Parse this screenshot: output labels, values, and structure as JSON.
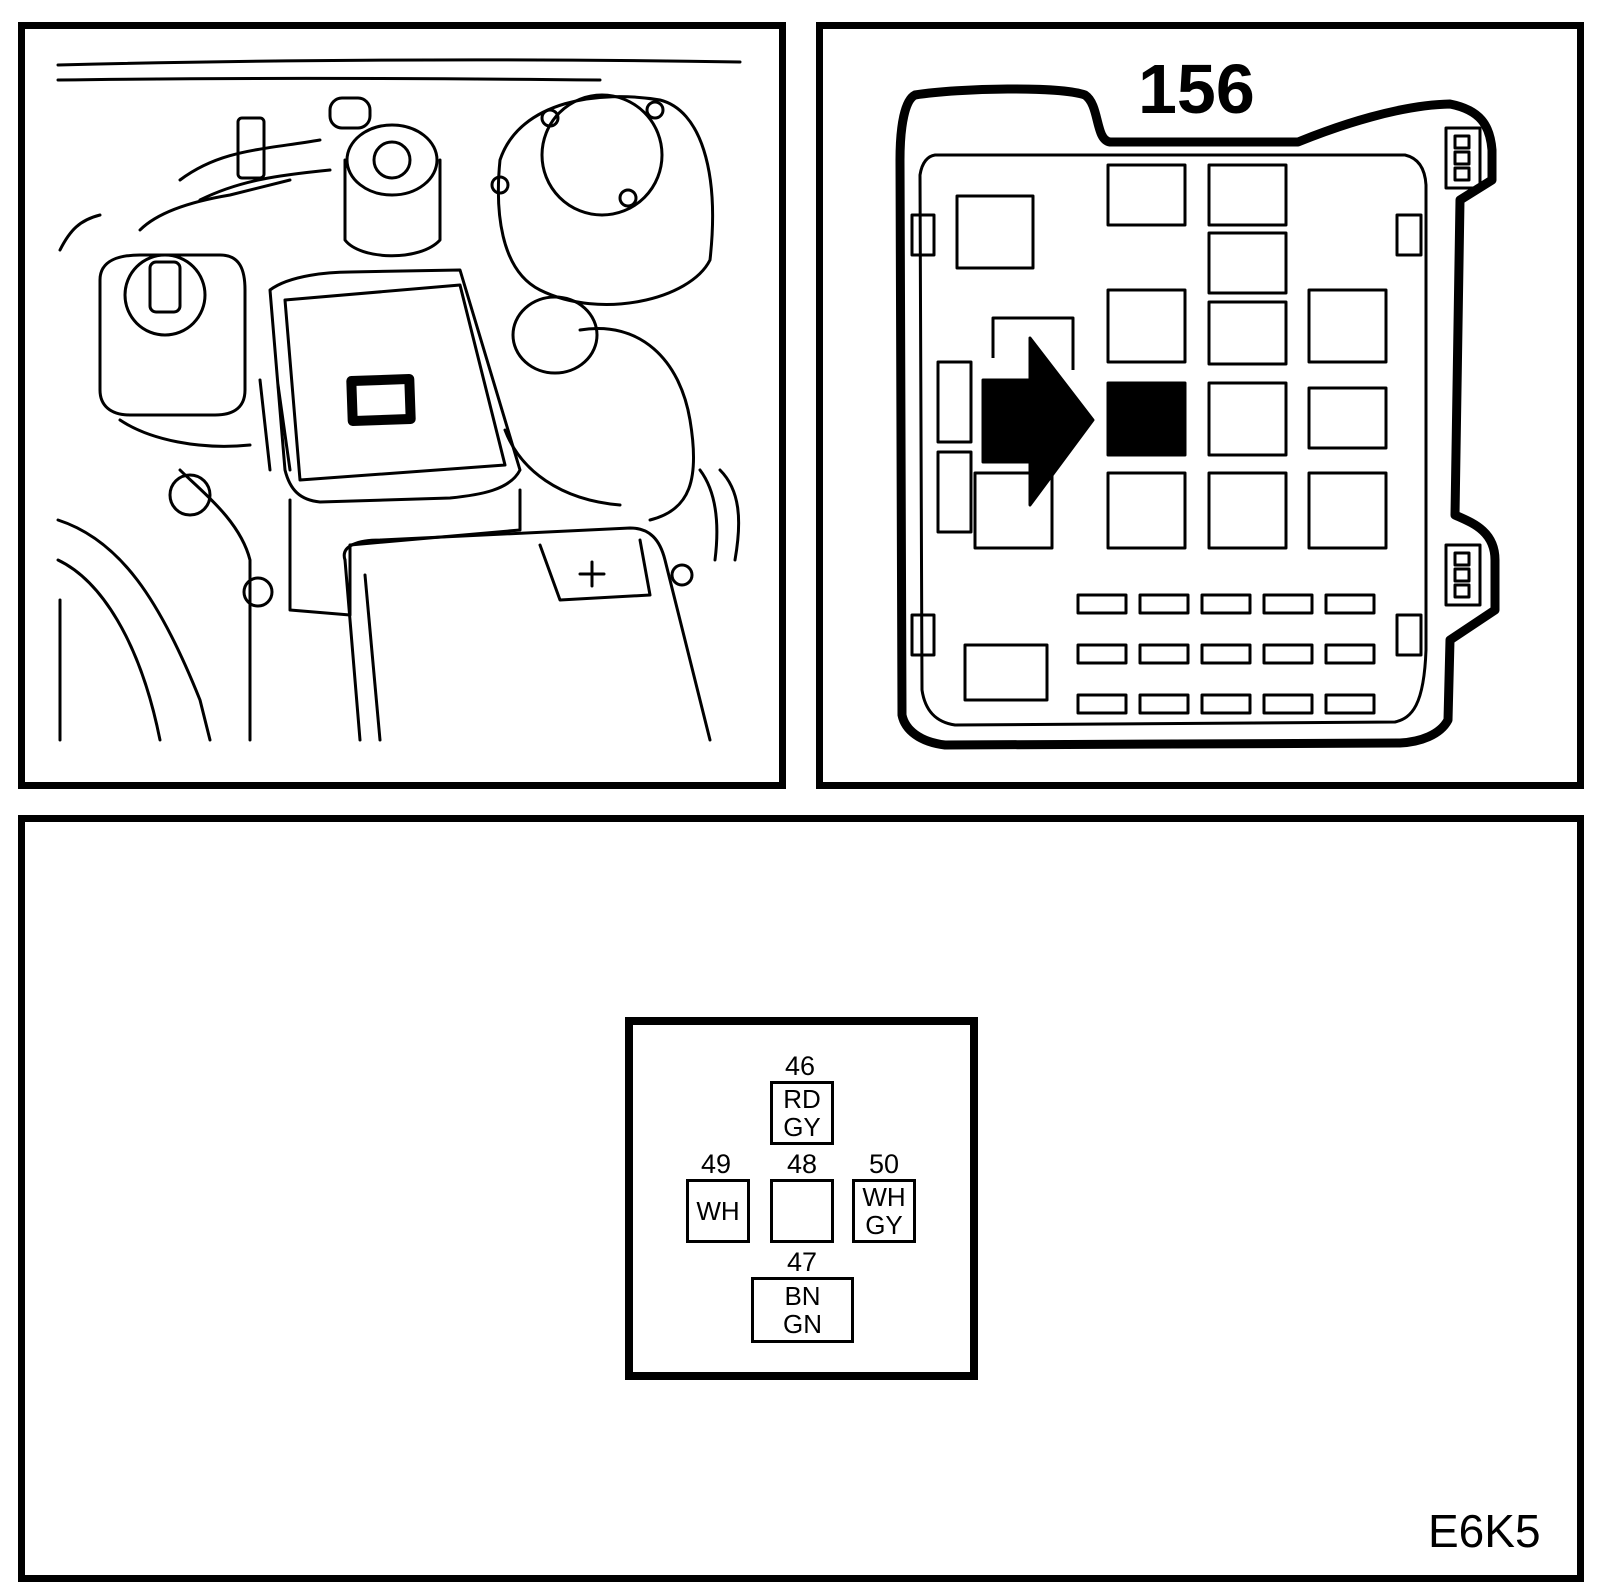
{
  "relay_number": "156",
  "diagram_code": "E6K5",
  "connector": {
    "pins": [
      {
        "number": "46",
        "wires": [
          "RD",
          "GY"
        ]
      },
      {
        "number": "49",
        "wires": [
          "WH"
        ]
      },
      {
        "number": "48",
        "wires": []
      },
      {
        "number": "50",
        "wires": [
          "WH",
          "GY"
        ]
      },
      {
        "number": "47",
        "wires": [
          "BN",
          "GN"
        ]
      }
    ]
  }
}
